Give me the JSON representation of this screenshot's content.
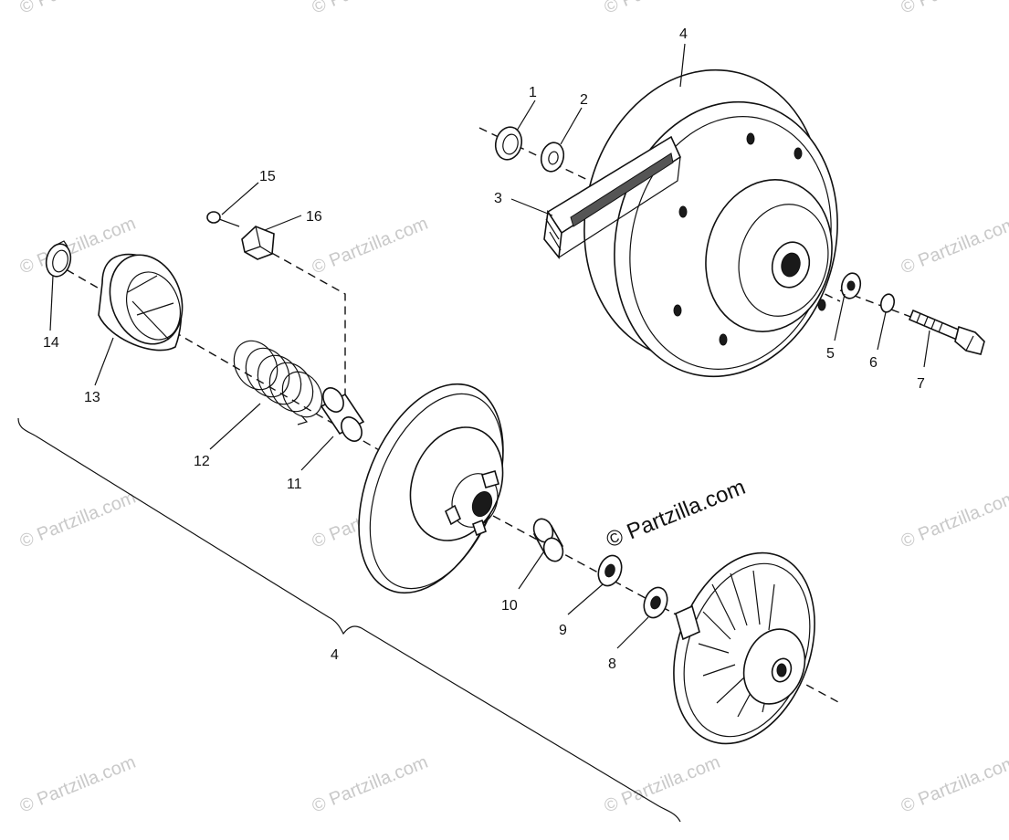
{
  "diagram": {
    "part_labels": [
      "1",
      "2",
      "3",
      "4",
      "5",
      "6",
      "7",
      "8",
      "9",
      "10",
      "11",
      "12",
      "13",
      "14",
      "15",
      "16"
    ],
    "assembly_label": "4",
    "watermark": "© Partzilla.com",
    "watermark_center": "© Partzilla.com"
  }
}
